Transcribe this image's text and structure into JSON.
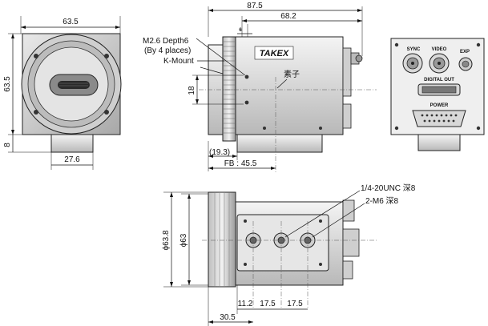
{
  "front_view": {
    "width_dim": "63.5",
    "height_dim": "63.5",
    "base_height_dim": "8",
    "base_width_dim": "27.6"
  },
  "side_view": {
    "overall_length_dim": "87.5",
    "body_length_dim": "68.2",
    "small_dim": "6",
    "sensor_offset_dim": "18",
    "back_focus_dim": "(19.3)",
    "flange_dim": "FB : 45.5",
    "brand_text": "TAKEX",
    "callout_screw": "M2.6 Depth6",
    "callout_places": "(By 4 places)",
    "callout_mount": "K-Mount",
    "callout_sensor": "素子"
  },
  "rear_panel": {
    "sync_label": "SYNC",
    "video_label": "VIDEO",
    "exp_label": "EXP",
    "digital_out_label": "DIGITAL OUT",
    "power_label": "POWER"
  },
  "bottom_view": {
    "outer_diameter_dim": "ϕ63.8",
    "inner_diameter_dim": "ϕ63",
    "callout_tripod": "1/4-20UNC 深8",
    "callout_m6": "2-M6 深8",
    "hole_dim_1": "11.2",
    "hole_dim_2": "17.5",
    "hole_dim_3": "17.5",
    "front_offset_dim": "30.5"
  }
}
